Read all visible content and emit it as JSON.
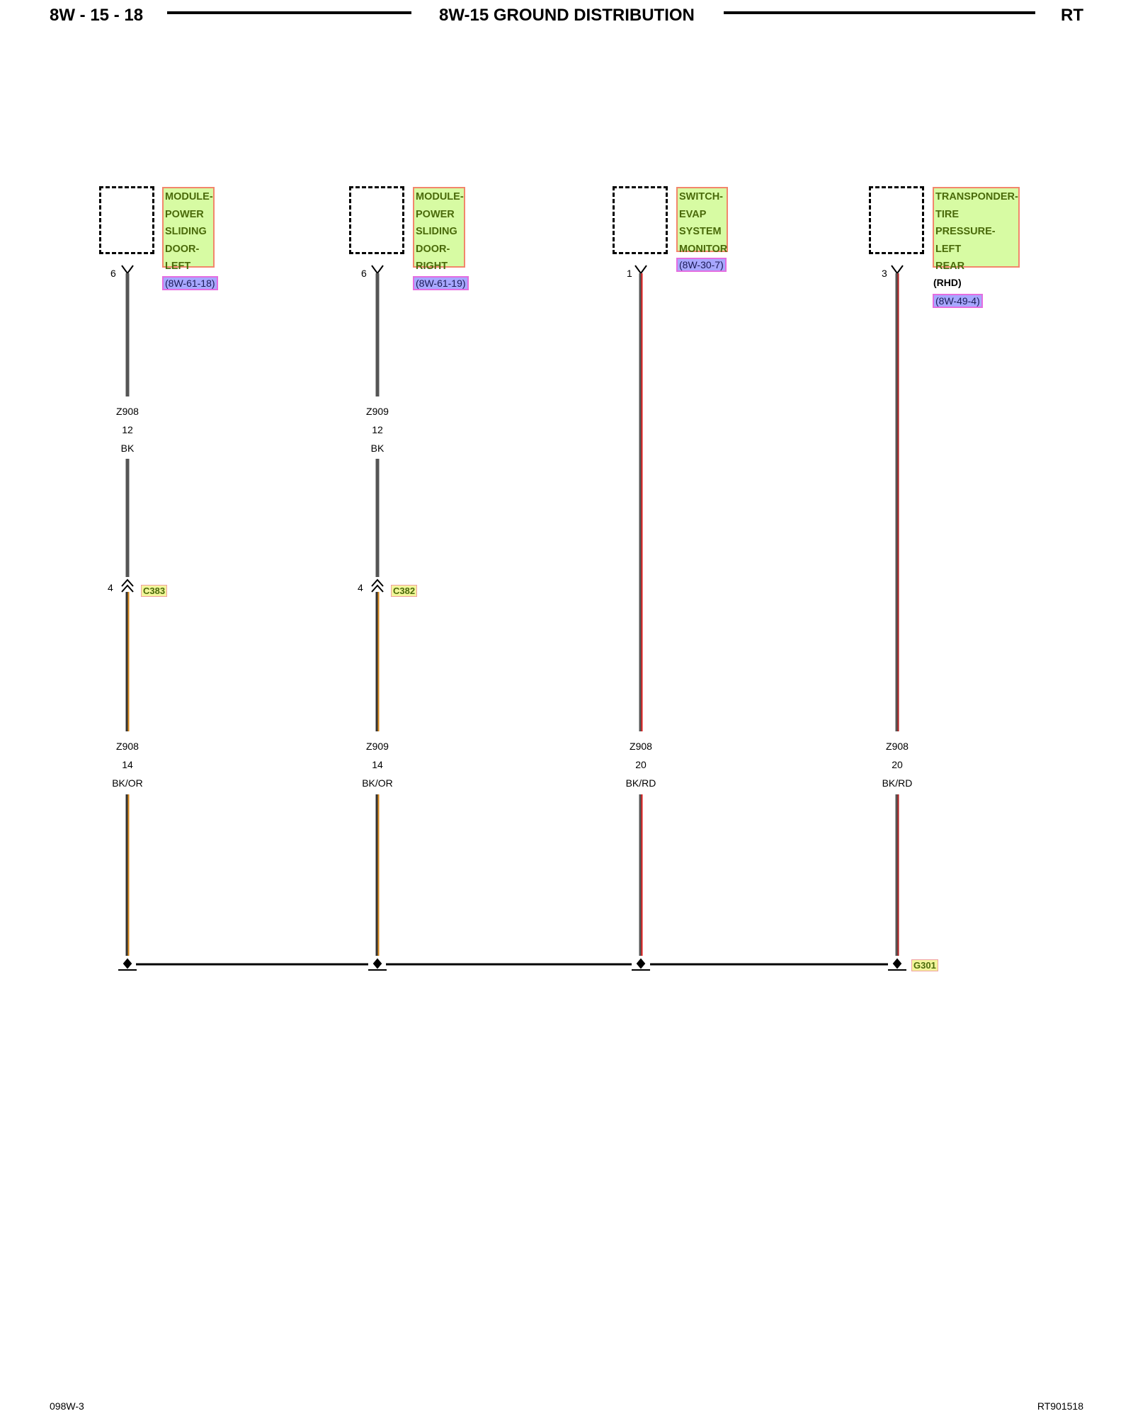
{
  "header": {
    "page_number": "8W - 15 - 18",
    "title": "8W-15 GROUND DISTRIBUTION",
    "model": "RT"
  },
  "footer": {
    "left": "098W-3",
    "right": "RT901518"
  },
  "components": [
    {
      "name_lines": [
        "MODULE-",
        "POWER",
        "SLIDING",
        "DOOR-",
        "LEFT"
      ],
      "ref": "(8W-61-18)",
      "pin": "6"
    },
    {
      "name_lines": [
        "MODULE-",
        "POWER",
        "SLIDING",
        "DOOR-",
        "RIGHT"
      ],
      "ref": "(8W-61-19)",
      "pin": "6"
    },
    {
      "name_lines": [
        "SWITCH-",
        "EVAP",
        "SYSTEM",
        "MONITOR"
      ],
      "ref": "(8W-30-7)",
      "pin": "1"
    },
    {
      "name_lines": [
        "TRANSPONDER-",
        "TIRE",
        "PRESSURE-",
        "LEFT",
        "REAR"
      ],
      "note": "(RHD)",
      "ref": "(8W-49-4)",
      "pin": "3"
    }
  ],
  "upper_wires": [
    {
      "circuit": "Z908",
      "gauge": "12",
      "color": "BK"
    },
    {
      "circuit": "Z909",
      "gauge": "12",
      "color": "BK"
    }
  ],
  "connectors": [
    {
      "id": "C383",
      "pin": "4"
    },
    {
      "id": "C382",
      "pin": "4"
    }
  ],
  "lower_wires": [
    {
      "circuit": "Z908",
      "gauge": "14",
      "color": "BK/OR"
    },
    {
      "circuit": "Z909",
      "gauge": "14",
      "color": "BK/OR"
    },
    {
      "circuit": "Z908",
      "gauge": "20",
      "color": "BK/RD"
    },
    {
      "circuit": "Z908",
      "gauge": "20",
      "color": "BK/RD"
    }
  ],
  "ground": {
    "id": "G301"
  },
  "colors": {
    "black_wire": "#555555",
    "orange_tracer": "#d98a1c",
    "red_tracer": "#e02020",
    "label_fill": "#d7fba3",
    "ref_fill": "#a7a7ff"
  }
}
